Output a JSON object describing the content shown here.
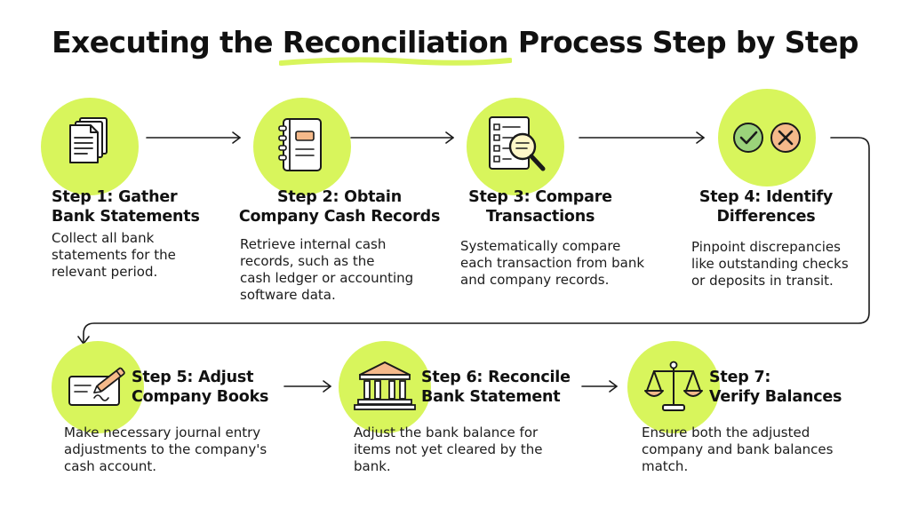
{
  "title": {
    "before": "Executing the ",
    "highlight": "Reconciliation",
    "after": " Process Step by Step"
  },
  "colors": {
    "accent": "#d8f55c",
    "ink": "#1a1a1a"
  },
  "steps": [
    {
      "icon": "documents-icon",
      "title_line1": "Step 1: Gather",
      "title_line2": "Bank Statements",
      "desc": [
        "Collect all bank",
        "statements for the",
        "relevant period."
      ]
    },
    {
      "icon": "notebook-icon",
      "title_line1": "Step 2: Obtain",
      "title_line2": "Company Cash Records",
      "desc": [
        "Retrieve internal cash",
        "records, such as the",
        "cash ledger or accounting",
        "software data."
      ]
    },
    {
      "icon": "magnifier-list-icon",
      "title_line1": "Step 3: Compare",
      "title_line2": "Transactions",
      "desc": [
        "Systematically compare",
        "each transaction from bank",
        "and company records."
      ]
    },
    {
      "icon": "check-cross-icon",
      "title_line1": "Step 4: Identify",
      "title_line2": "Differences",
      "desc": [
        "Pinpoint discrepancies",
        "like outstanding checks",
        "or deposits in transit."
      ]
    },
    {
      "icon": "pen-check-icon",
      "title_line1": "Step 5: Adjust",
      "title_line2": "Company Books",
      "desc": [
        "Make necessary journal entry",
        "adjustments to the company's",
        "cash account."
      ]
    },
    {
      "icon": "bank-icon",
      "title_line1": "Step 6: Reconcile",
      "title_line2": "Bank Statement",
      "desc": [
        "Adjust the bank balance for",
        "items not yet cleared by the",
        "bank."
      ]
    },
    {
      "icon": "balance-scale-icon",
      "title_line1": "Step 7:",
      "title_line2": "Verify Balances",
      "desc": [
        "Ensure both the adjusted",
        "company and bank balances",
        "match."
      ]
    }
  ]
}
